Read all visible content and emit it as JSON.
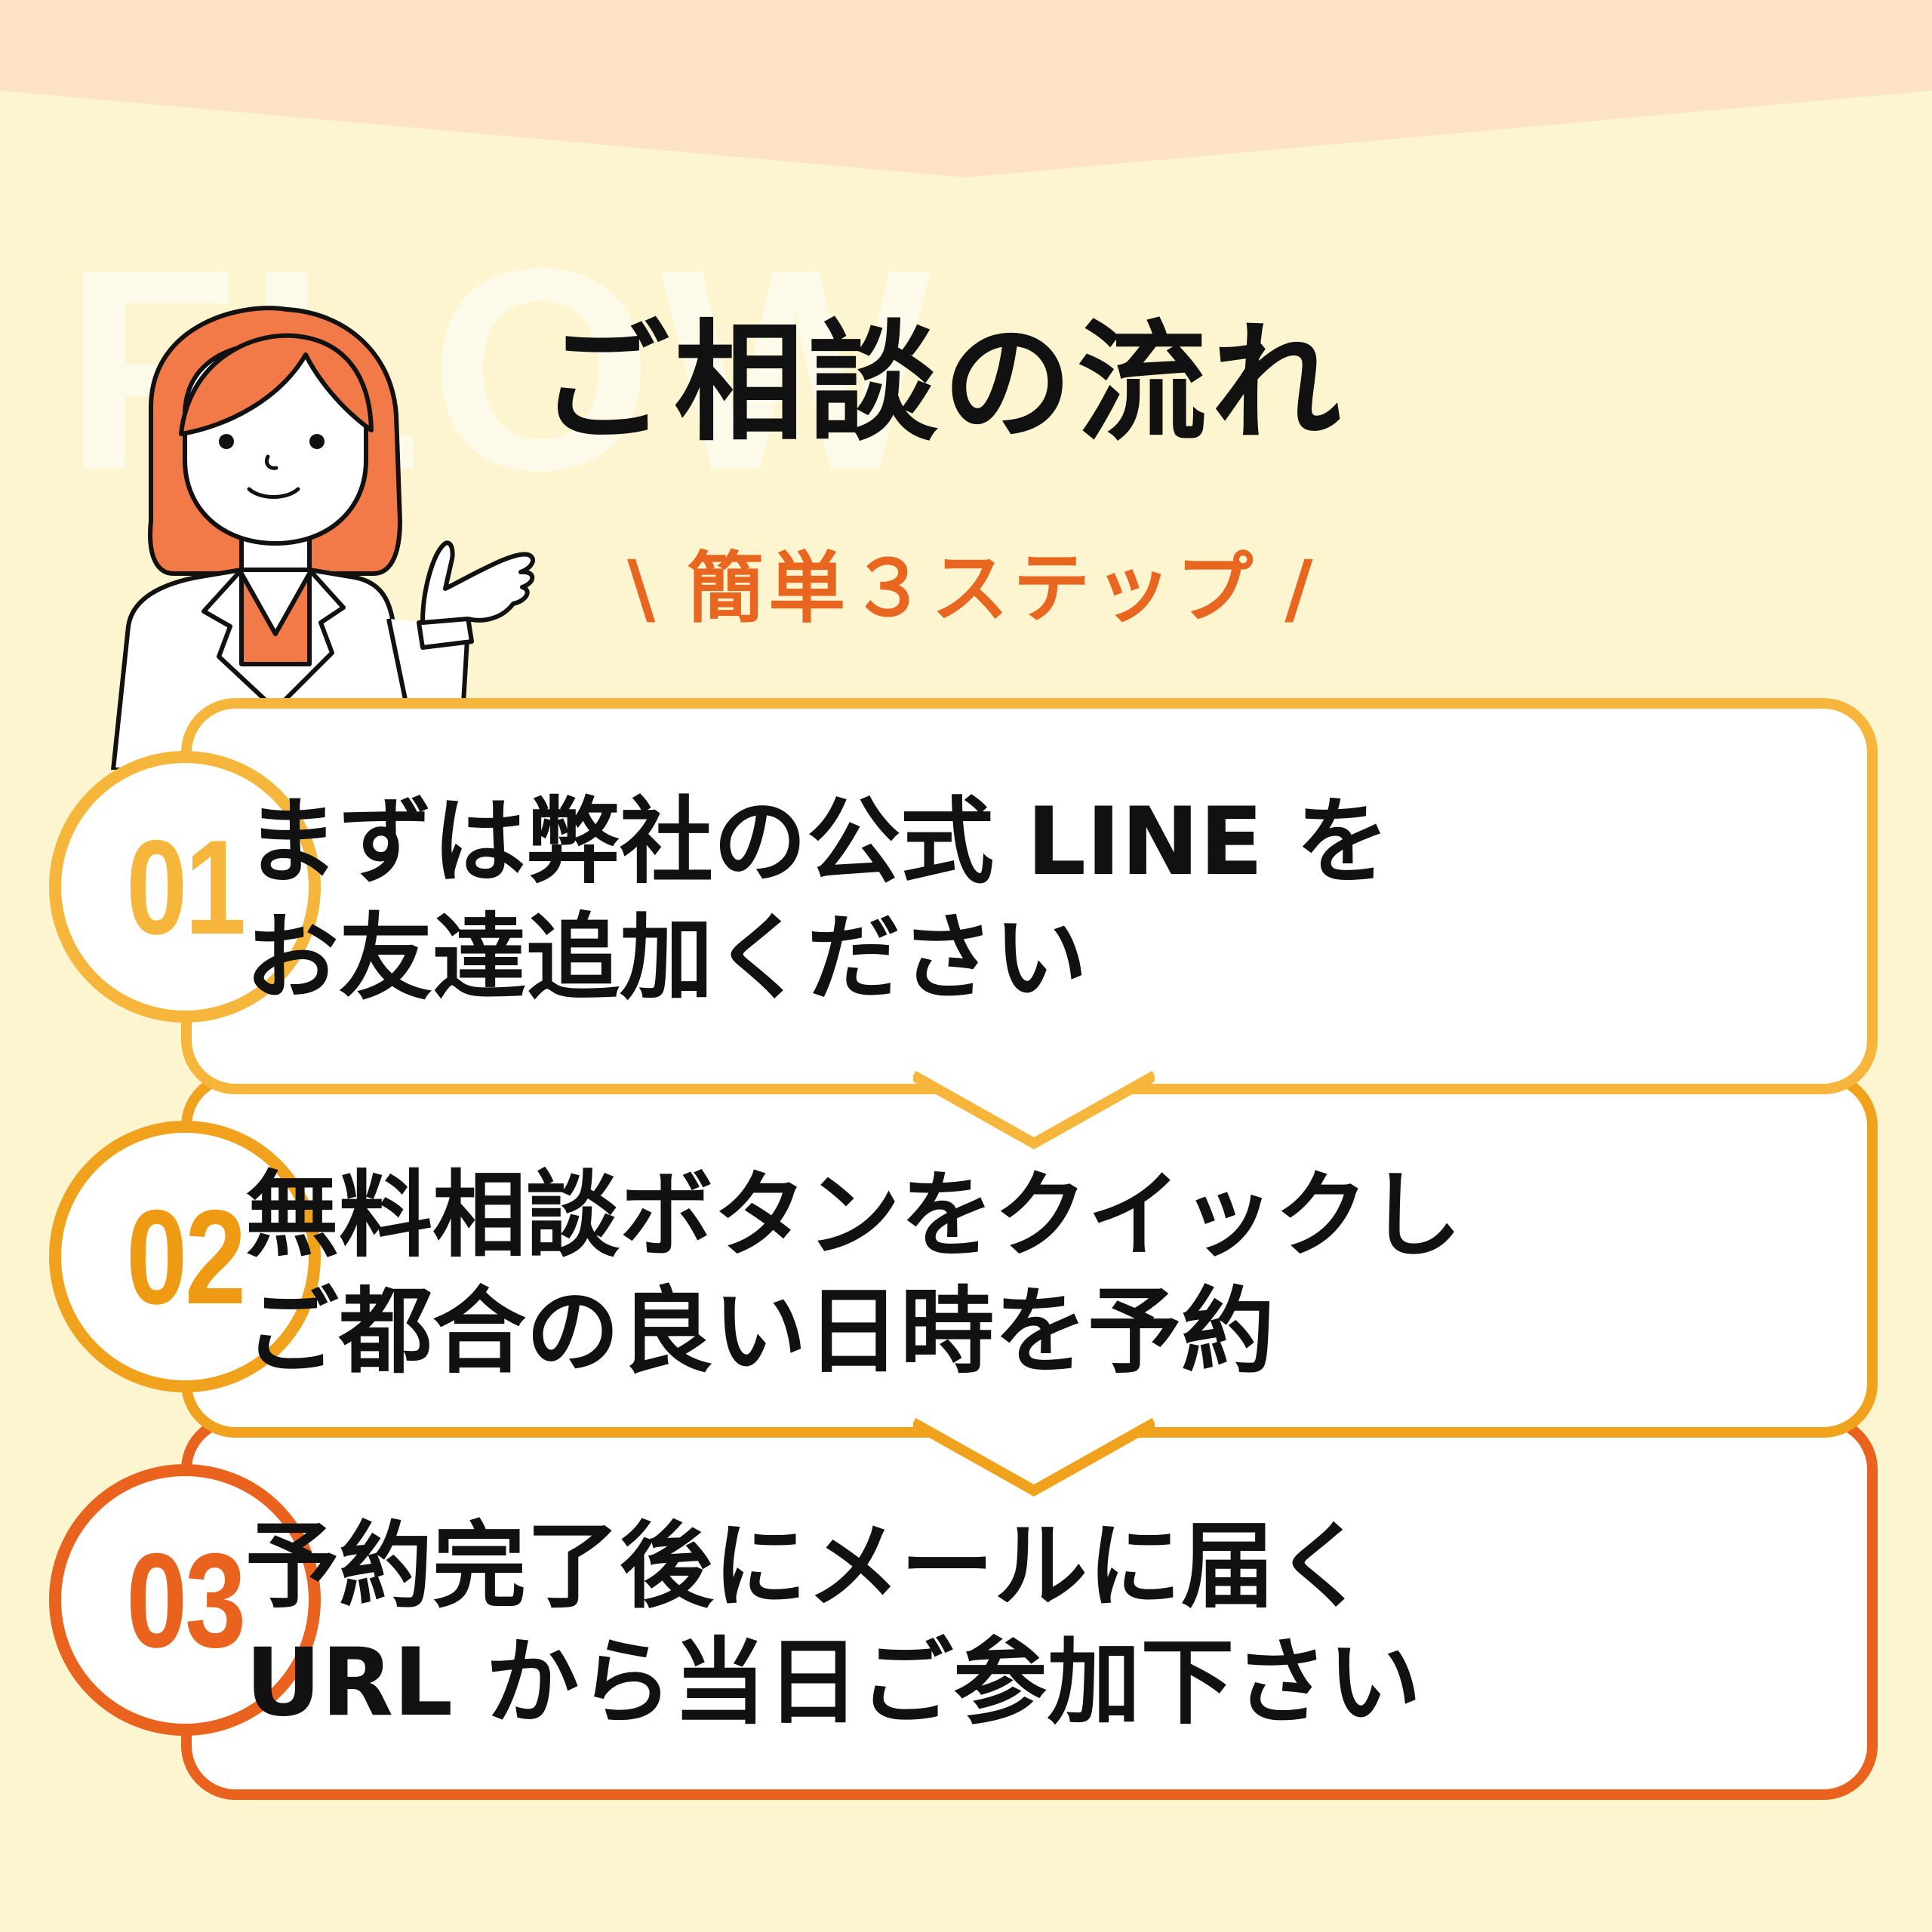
{
  "background_word": "FLOW",
  "title": "ご相談の流れ",
  "subtitle": {
    "open": "\\",
    "text": "簡単３ステップ",
    "close": "/"
  },
  "steps": [
    {
      "number": "01",
      "line1": "まずは弊社の公式 LINE を",
      "line2": "お友達追加ください"
    },
    {
      "number": "02",
      "line1": "無料相談ボタンをクイックし",
      "line2": "ご都合の良い日時を予約"
    },
    {
      "number": "03",
      "line1": "予約完了後にメールに届く",
      "line2": "URL から当日ご参加下さい"
    }
  ],
  "colors": {
    "background": "#fdf5cf",
    "top_band": "#fde3c4",
    "accent": "#e8661f",
    "step1": "#f5b63b",
    "step2": "#f1a21d",
    "step3": "#e9631e",
    "hair": "#f27a48",
    "text": "#111111"
  },
  "icons": [
    "woman-consultant-icon"
  ]
}
